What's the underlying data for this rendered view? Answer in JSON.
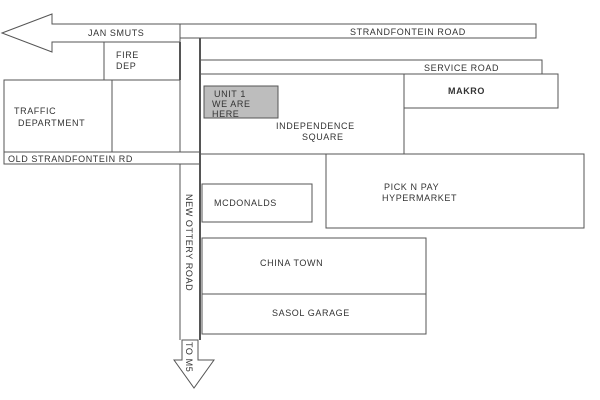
{
  "roads": {
    "jan_smuts": "JAN SMUTS",
    "strandfontein": "STRANDFONTEIN ROAD",
    "service": "SERVICE ROAD",
    "old_strandfontein": "OLD STRANDFONTEIN RD",
    "new_ottery": "NEW OTTERY ROAD",
    "to_m5": "TO M5"
  },
  "places": {
    "fire_dep_line1": "FIRE",
    "fire_dep_line2": "DEP",
    "traffic_line1": "TRAFFIC",
    "traffic_line2": "DEPARTMENT",
    "unit_line1": "UNIT 1",
    "unit_line2": "WE ARE",
    "unit_line3": "HERE",
    "independence_line1": "INDEPENDENCE",
    "independence_line2": "SQUARE",
    "makro": "MAKRO",
    "mcdonalds": "MCDONALDS",
    "pnp_line1": "PICK N PAY",
    "pnp_line2": "HYPERMARKET",
    "china_town": "CHINA TOWN",
    "sasol": "SASOL GARAGE"
  },
  "colors": {
    "line": "#555555",
    "highlight": "#bdbdbd"
  }
}
